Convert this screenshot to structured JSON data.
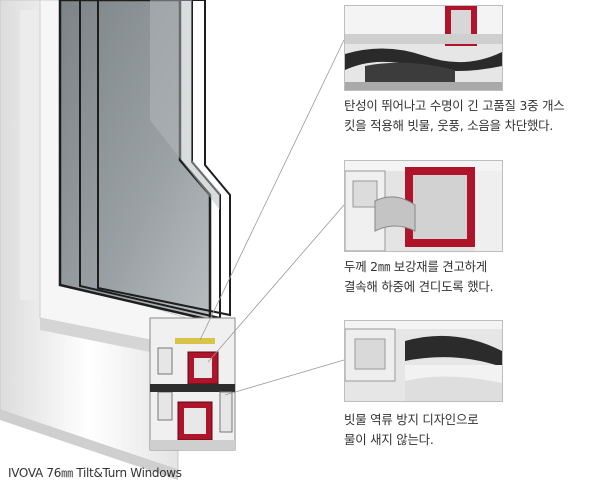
{
  "features": [
    {
      "line1": "탄성이 뛰어나고 수명이 긴 고품질 3중 개스",
      "line2": "킷을 적용해 빗물, 웃풍, 소음을 차단했다."
    },
    {
      "line1": "두께  2㎜  보강재를  견고하게",
      "line2": "결속해 하중에 견디도록 했다."
    },
    {
      "line1": "빗물  역류  방지  디자인으로",
      "line2": "물이 새지 않는다."
    }
  ],
  "footer": {
    "product_label": "IVOVA 76㎜ Tilt&Turn Windows"
  },
  "colors": {
    "reinforcement_red": "#b0142a",
    "frame_white": "#f2f2f2",
    "glass": "#8c9498",
    "gasket": "#2d2d2d"
  }
}
